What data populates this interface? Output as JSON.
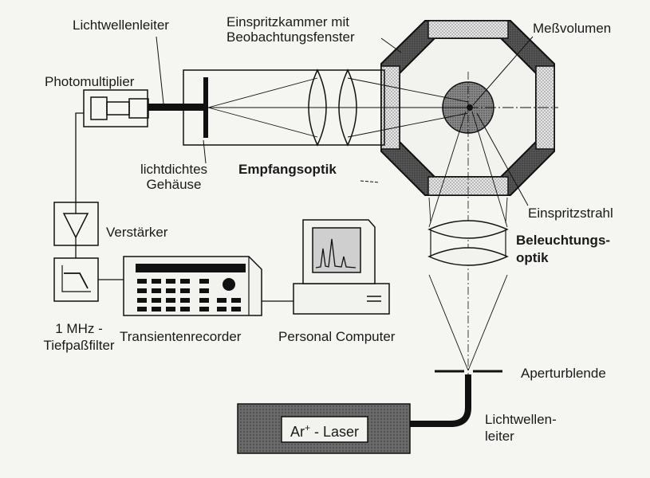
{
  "labels": {
    "lichtwellenleiter_top": "Lichtwellenleiter",
    "photomultiplier": "Photomultiplier",
    "einspritzkammer_1": "Einspritzkammer mit",
    "einspritzkammer_2": "Beobachtungsfenster",
    "messvolumen": "Meßvolumen",
    "lichtdichtes_1": "lichtdichtes",
    "lichtdichtes_2": "Gehäuse",
    "empfangsoptik": "Empfangsoptik",
    "einspritzstrahl": "Einspritzstrahl",
    "verstaerker": "Verstärker",
    "beleuchtungs_1": "Beleuchtungs-",
    "beleuchtungs_2": "optik",
    "filter_1": "1 MHz -",
    "filter_2": "Tiefpaßfilter",
    "transientenrecorder": "Transientenrecorder",
    "personal_computer": "Personal Computer",
    "aperturblende": "Aperturblende",
    "laser_prefix": "Ar",
    "laser_sup": "+",
    "laser_suffix": " - Laser",
    "lichtwellen_bottom_1": "Lichtwellen-",
    "lichtwellen_bottom_2": "leiter"
  }
}
